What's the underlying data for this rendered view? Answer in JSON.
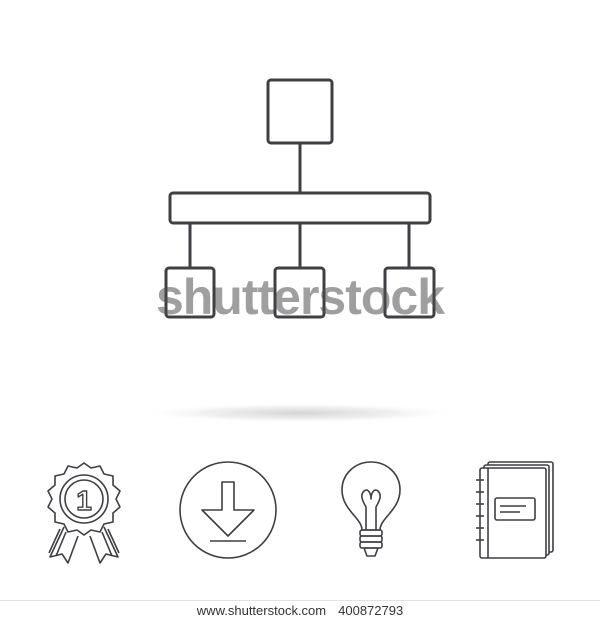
{
  "colors": {
    "background": "#ffffff",
    "stroke": "#3f3f44",
    "shadow": "#d6d6d6"
  },
  "main_icon": {
    "name": "hierarchy-icon",
    "structure": [
      "top-node",
      "connector-bar",
      "child-node-left",
      "child-node-middle",
      "child-node-right"
    ]
  },
  "icon_row": [
    {
      "name": "award-ribbon-icon",
      "text": "1"
    },
    {
      "name": "download-arrow-icon"
    },
    {
      "name": "light-bulb-icon"
    },
    {
      "name": "notebook-icon"
    }
  ],
  "watermark": {
    "text": "shutterstock"
  },
  "footer": {
    "site": "www.shutterstock.com",
    "image_id": "400872793"
  }
}
